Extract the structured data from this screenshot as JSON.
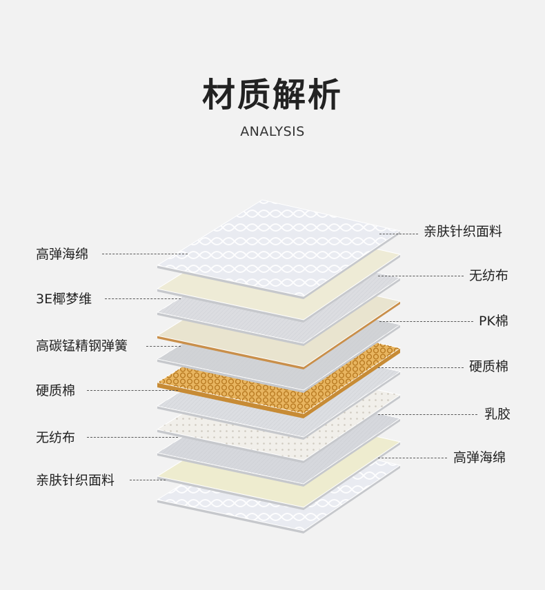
{
  "header": {
    "title": "材质解析",
    "subtitle": "ANALYSIS"
  },
  "layers": [
    {
      "name": "亲肤针织面料",
      "material": "quilted-fabric",
      "color": "#e9ebf1"
    },
    {
      "name": "高弹海绵",
      "material": "foam",
      "color": "#eeebd6"
    },
    {
      "name": "无纺布",
      "material": "nonwoven",
      "color": "#dcdde1"
    },
    {
      "name": "3E椰梦维",
      "material": "coir",
      "color": "#e9e4cf"
    },
    {
      "name": "PK棉",
      "material": "cotton",
      "color": "#d1d3d6"
    },
    {
      "name": "高碳锰精钢弹簧",
      "material": "spring",
      "color": "#e8b560"
    },
    {
      "name": "硬质棉",
      "material": "hard-cotton",
      "color": "#dcdee2"
    },
    {
      "name": "乳胶",
      "material": "latex",
      "color": "#f1efea"
    },
    {
      "name": "无纺布",
      "material": "nonwoven",
      "color": "#d6d8dd"
    },
    {
      "name": "高弹海绵",
      "material": "foam",
      "color": "#eeeccf"
    },
    {
      "name": "亲肤针织面料",
      "material": "quilted-fabric",
      "color": "#e9ebf1"
    }
  ],
  "labels_left": [
    {
      "text": "高弹海绵"
    },
    {
      "text": "3E椰梦维"
    },
    {
      "text": "高碳锰精钢弹簧"
    },
    {
      "text": "硬质棉"
    },
    {
      "text": "无纺布"
    },
    {
      "text": "亲肤针织面料"
    }
  ],
  "labels_right": [
    {
      "text": "亲肤针织面料"
    },
    {
      "text": "无纺布"
    },
    {
      "text": "PK棉"
    },
    {
      "text": "硬质棉"
    },
    {
      "text": "乳胶"
    },
    {
      "text": "高弹海绵"
    }
  ]
}
